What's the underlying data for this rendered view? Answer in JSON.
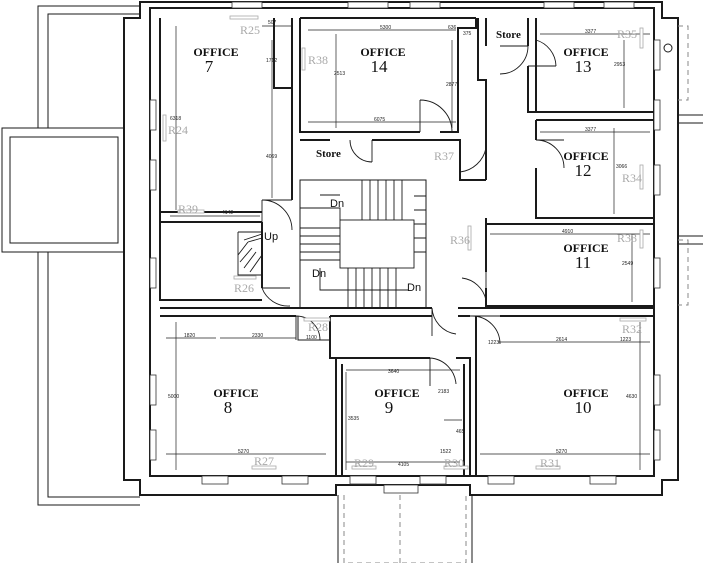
{
  "rooms": [
    {
      "id": "office7",
      "name": "OFFICE",
      "number": "7"
    },
    {
      "id": "office14",
      "name": "OFFICE",
      "number": "14"
    },
    {
      "id": "office13",
      "name": "OFFICE",
      "number": "13"
    },
    {
      "id": "office12",
      "name": "OFFICE",
      "number": "12"
    },
    {
      "id": "office11",
      "name": "OFFICE",
      "number": "11"
    },
    {
      "id": "office8",
      "name": "OFFICE",
      "number": "8"
    },
    {
      "id": "office9",
      "name": "OFFICE",
      "number": "9"
    },
    {
      "id": "office10",
      "name": "OFFICE",
      "number": "10"
    }
  ],
  "stores": [
    "Store",
    "Store"
  ],
  "room_tags": [
    "R25",
    "R38",
    "R35",
    "R24",
    "R37",
    "R34",
    "R39",
    "R36",
    "R33",
    "R26",
    "R28",
    "R32",
    "R27",
    "R29",
    "R30",
    "R31"
  ],
  "stair_labels": {
    "dn1": "Dn",
    "dn2": "Dn",
    "dn3": "Dn",
    "up": "Up"
  },
  "dimensions": {
    "d507": "507",
    "d5300": "5300",
    "d636": "636",
    "d375": "375",
    "d3377a": "3377",
    "d1712": "1712",
    "d2513": "2513",
    "d2877": "2877",
    "d2953": "2953",
    "d6318": "6318",
    "d6075": "6075",
    "d3377b": "3377",
    "d4069": "4069",
    "d3066": "3066",
    "d4142": "4142",
    "d4910": "4910",
    "d2549": "2549",
    "d1820": "1820",
    "d2330": "2330",
    "d1100": "1100",
    "d2614": "2614",
    "d1223a": "1223",
    "d1223b": "1223",
    "d3640": "3640",
    "d5000": "5000",
    "d2183": "2183",
    "d4630": "4630",
    "d3535": "3535",
    "d465": "465",
    "d1522": "1522",
    "d5270a": "5270",
    "d4105": "4105",
    "d5270b": "5270"
  }
}
